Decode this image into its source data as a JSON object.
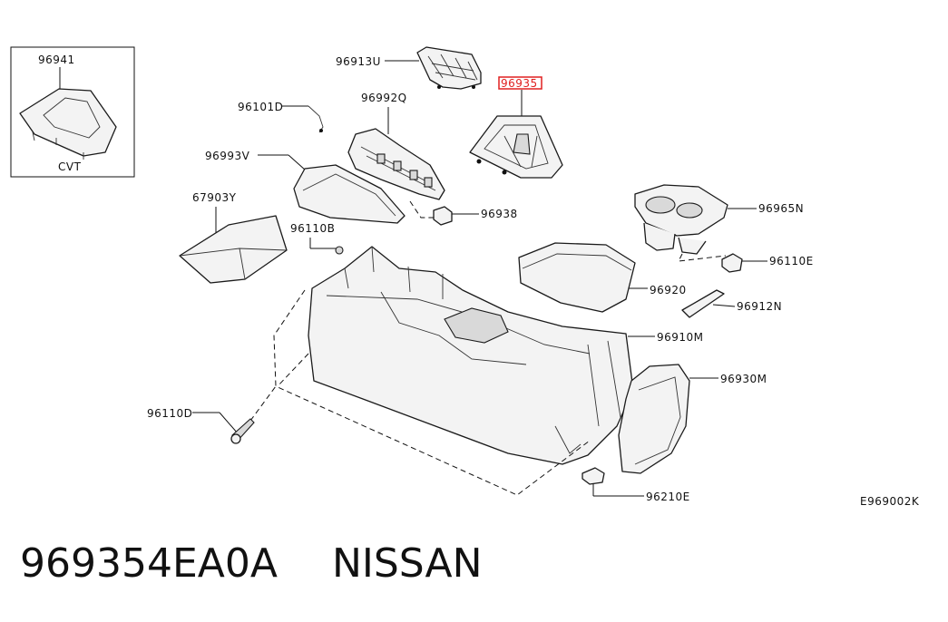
{
  "labels": {
    "p96941": "96941",
    "cvt": "CVT",
    "p96913U": "96913U",
    "p96935": "96935",
    "p96101D": "96101D",
    "p96992Q": "96992Q",
    "p96993V": "96993V",
    "p96938": "96938",
    "p67903Y": "67903Y",
    "p96110B": "96110B",
    "p96965N": "96965N",
    "p96110E": "96110E",
    "p96920": "96920",
    "p96912N": "96912N",
    "p96910M": "96910M",
    "p96930M": "96930M",
    "p96110D": "96110D",
    "p96210E": "96210E",
    "code": "E969002K"
  },
  "footer": {
    "part_number": "969354EA0A",
    "brand": "NISSAN"
  },
  "highlight_color": "#e02020"
}
